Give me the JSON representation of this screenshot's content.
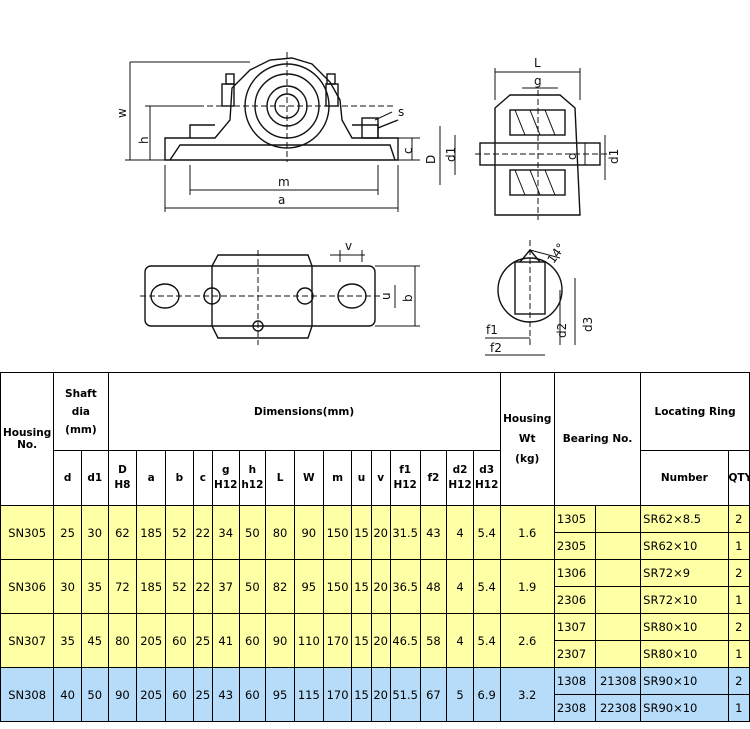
{
  "drawing": {
    "labels": {
      "w": "w",
      "h": "h",
      "c": "c",
      "m": "m",
      "a": "a",
      "s": "s",
      "L": "L",
      "g": "g",
      "D": "D",
      "d1": "d1",
      "d": "d",
      "d1_right": "d1",
      "v": "v",
      "u": "u",
      "b": "b",
      "angle": "14°",
      "f1": "f1",
      "f2": "f2",
      "d2": "d2",
      "d3": "d3"
    }
  },
  "table": {
    "headers": {
      "housing_no": [
        "Housing",
        "No."
      ],
      "shaft_dia": [
        "Shaft",
        "dia",
        "(mm)"
      ],
      "dimensions": "Dimensions(mm)",
      "housing_wt": [
        "Housing",
        "Wt",
        "(kg)"
      ],
      "bearing_no": "Bearing No.",
      "locating_ring": "Locating Ring",
      "d": "d",
      "d1": "d1",
      "D": [
        "D",
        "H8"
      ],
      "a": "a",
      "b": "b",
      "c": "c",
      "g": [
        "g",
        "H12"
      ],
      "h": [
        "h",
        "h12"
      ],
      "L": "L",
      "W": "W",
      "m": "m",
      "u": "u",
      "v": "v",
      "f1": [
        "f1",
        "H12"
      ],
      "f2": "f2",
      "d2": [
        "d2",
        "H12"
      ],
      "d3": [
        "d3",
        "H12"
      ],
      "number": "Number",
      "qty": "QTY"
    },
    "rows": [
      {
        "housing": "SN305",
        "d": "25",
        "d1": "30",
        "D": "62",
        "a": "185",
        "b": "52",
        "c": "22",
        "g": "34",
        "h": "50",
        "L": "80",
        "W": "90",
        "m": "150",
        "u": "15",
        "v": "20",
        "f1": "31.5",
        "f2": "43",
        "d2": "4",
        "d3": "5.4",
        "wt": "1.6",
        "bearings": [
          [
            "1305",
            ""
          ],
          [
            "2305",
            ""
          ]
        ],
        "rings": [
          [
            "SR62×8.5",
            "2"
          ],
          [
            "SR62×10",
            "1"
          ]
        ]
      },
      {
        "housing": "SN306",
        "d": "30",
        "d1": "35",
        "D": "72",
        "a": "185",
        "b": "52",
        "c": "22",
        "g": "37",
        "h": "50",
        "L": "82",
        "W": "95",
        "m": "150",
        "u": "15",
        "v": "20",
        "f1": "36.5",
        "f2": "48",
        "d2": "4",
        "d3": "5.4",
        "wt": "1.9",
        "bearings": [
          [
            "1306",
            ""
          ],
          [
            "2306",
            ""
          ]
        ],
        "rings": [
          [
            "SR72×9",
            "2"
          ],
          [
            "SR72×10",
            "1"
          ]
        ]
      },
      {
        "housing": "SN307",
        "d": "35",
        "d1": "45",
        "D": "80",
        "a": "205",
        "b": "60",
        "c": "25",
        "g": "41",
        "h": "60",
        "L": "90",
        "W": "110",
        "m": "170",
        "u": "15",
        "v": "20",
        "f1": "46.5",
        "f2": "58",
        "d2": "4",
        "d3": "5.4",
        "wt": "2.6",
        "bearings": [
          [
            "1307",
            ""
          ],
          [
            "2307",
            ""
          ]
        ],
        "rings": [
          [
            "SR80×10",
            "2"
          ],
          [
            "SR80×10",
            "1"
          ]
        ]
      },
      {
        "housing": "SN308",
        "d": "40",
        "d1": "50",
        "D": "90",
        "a": "205",
        "b": "60",
        "c": "25",
        "g": "43",
        "h": "60",
        "L": "95",
        "W": "115",
        "m": "170",
        "u": "15",
        "v": "20",
        "f1": "51.5",
        "f2": "67",
        "d2": "5",
        "d3": "6.9",
        "wt": "3.2",
        "bearings": [
          [
            "1308",
            "21308"
          ],
          [
            "2308",
            "22308"
          ]
        ],
        "rings": [
          [
            "SR90×10",
            "2"
          ],
          [
            "SR90×10",
            "1"
          ]
        ]
      }
    ]
  }
}
